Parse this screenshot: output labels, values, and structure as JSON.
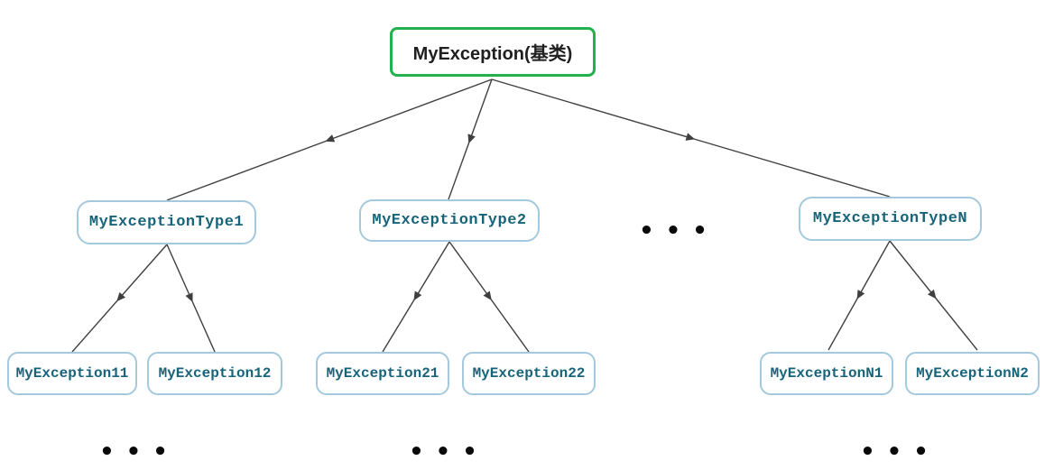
{
  "diagram": {
    "title_hint": "exception class hierarchy tree",
    "root": {
      "id": "base",
      "label": "MyException(基类)"
    },
    "level2": [
      {
        "id": "type1",
        "label": "MyExceptionType1"
      },
      {
        "id": "type2",
        "label": "MyExceptionType2"
      },
      {
        "id": "typeN",
        "label": "MyExceptionTypeN"
      }
    ],
    "level3": [
      {
        "id": "e11",
        "label": "MyException11",
        "parent": "type1"
      },
      {
        "id": "e12",
        "label": "MyException12",
        "parent": "type1"
      },
      {
        "id": "e21",
        "label": "MyException21",
        "parent": "type2"
      },
      {
        "id": "e22",
        "label": "MyException22",
        "parent": "type2"
      },
      {
        "id": "eN1",
        "label": "MyExceptionN1",
        "parent": "typeN"
      },
      {
        "id": "eN2",
        "label": "MyExceptionN2",
        "parent": "typeN"
      }
    ],
    "edges": [
      {
        "from": "base",
        "to": "type1"
      },
      {
        "from": "base",
        "to": "type2"
      },
      {
        "from": "base",
        "to": "typeN"
      },
      {
        "from": "type1",
        "to": "e11"
      },
      {
        "from": "type1",
        "to": "e12"
      },
      {
        "from": "type2",
        "to": "e21"
      },
      {
        "from": "type2",
        "to": "e22"
      },
      {
        "from": "typeN",
        "to": "eN1"
      },
      {
        "from": "typeN",
        "to": "eN2"
      }
    ],
    "ellipsis": {
      "mid_level2": "•••",
      "below_group1": "•••",
      "below_group2": "•••",
      "below_group3": "•••"
    }
  },
  "colors": {
    "root_border": "#22b14c",
    "node_border": "#a4c9dd",
    "node_text": "#17647a",
    "edge": "#3f3f3f"
  }
}
